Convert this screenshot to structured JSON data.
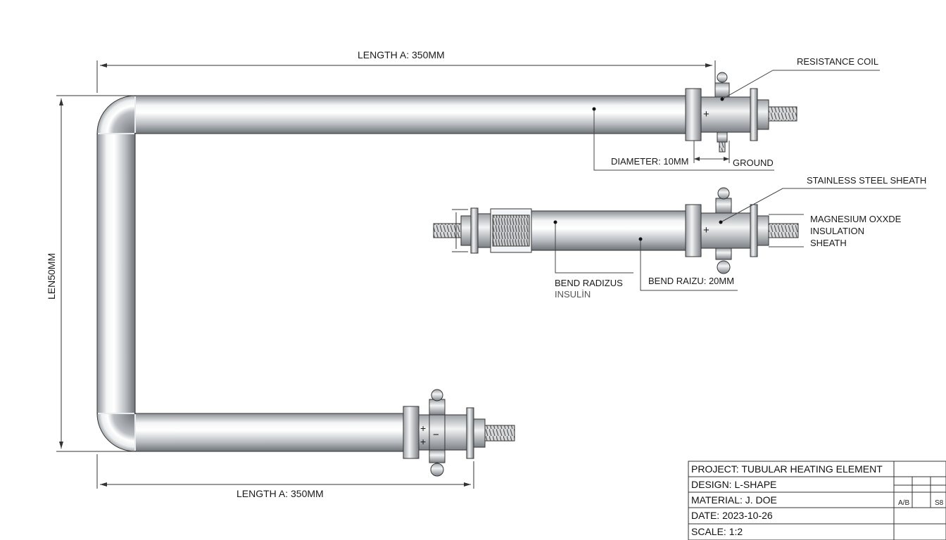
{
  "dimensions": {
    "top_length": "LENGTH A: 350MM",
    "bottom_length": "LENGTH A: 350MM",
    "vertical_length": "LEN50MM"
  },
  "callouts": {
    "resistance_coil": "RESISTANCE COIL",
    "diameter": "DIAMETER: 10MM",
    "ground": "GROUND",
    "stainless_steel_sheath": "STAINLESS STEEL SHEATH",
    "magnesium_line1": "MAGNESIUM OXXDE",
    "magnesium_line2": "INSULATION",
    "magnesium_line3": "SHEATH",
    "bend_radius_line1": "BEND RADIZUS",
    "bend_radius_line2": "INSULİN",
    "bend_raizu": "BEND RAIZU: 20MM"
  },
  "terminal_marks": {
    "plus": "+",
    "minus": "−"
  },
  "title_block": {
    "project": "PROJECT:  TUBULAR HEATING ELEMENT",
    "design": "DESIGN:  L-SHAPE",
    "material": "MATERIAL: J. DOE",
    "date": "DATE:   2023-10-26",
    "scale": "SCALE:  1:2",
    "cell_a": "A/B",
    "cell_b": "S8"
  }
}
